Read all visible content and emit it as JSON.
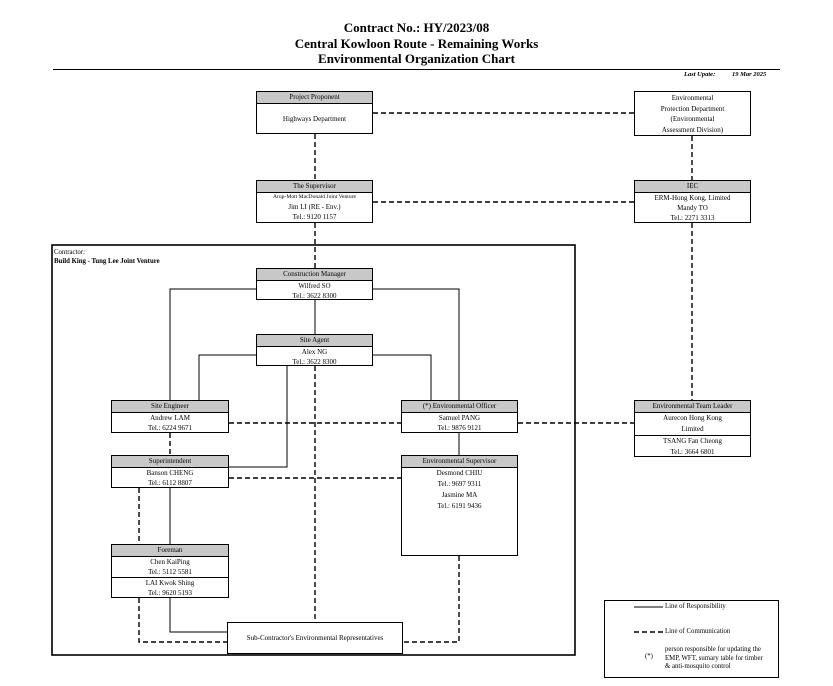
{
  "header": {
    "line1": "Contract No.: HY/2023/08",
    "line2": "Central Kowloon Route - Remaining Works",
    "line3": "Environmental Organization Chart",
    "update_label": "Last Upate:",
    "update_value": "19 Mar 2025"
  },
  "contractor": {
    "label": "Contractor:",
    "name": "Build King - Tung Lee Joint Venture"
  },
  "boxes": {
    "proponent": {
      "title": "Project Proponent",
      "line1": "Highways Department"
    },
    "epd": {
      "line1": "Environmental",
      "line2": "Protection Department",
      "line3": "(Environmental",
      "line4": "Assessment Division)"
    },
    "supervisor": {
      "title": "The Supervisor",
      "line1": "Arup-Mott MacDonald Joint Venture",
      "line2": "Jim LI (RE - Env.)",
      "line3": "Tel.: 9120 1157"
    },
    "iec": {
      "title": "IEC",
      "line1": "ERM-Hong Kong, Limited",
      "line2": "Mandy TO",
      "line3": "Tel.: 2271 3313"
    },
    "construction_manager": {
      "title": "Construction Manager",
      "line1": "Wilfred SO",
      "line2": "Tel.: 3622 8300"
    },
    "site_agent": {
      "title": "Site Agent",
      "line1": "Alex NG",
      "line2": "Tel.: 3622 8300"
    },
    "site_engineer": {
      "title": "Site Engineer",
      "line1": "Andrew LAM",
      "line2": "Tel.: 6224 9671"
    },
    "env_officer": {
      "title": "(*) Environmental Officer",
      "line1": "Samuel PANG",
      "line2": "Tel.: 9876 9121"
    },
    "env_team_leader": {
      "title": "Environmental Team Leader",
      "line1": "Aurecon Hong Kong",
      "line2": "Limited",
      "line3": "TSANG Fan Cheong",
      "line4": "Tel.: 3664 6801"
    },
    "superintendent": {
      "title": "Superintendent",
      "line1": "Banson CHENG",
      "line2": "Tel.: 6112 8807"
    },
    "env_supervisor": {
      "title": "Environmental Supervisor",
      "line1": "Desmond CHIU",
      "line2": "Tel.: 9697 9311",
      "line3": "Jasmine MA",
      "line4": "Tel.: 6191 9436"
    },
    "foreman": {
      "title": "Foreman",
      "line1": "Chen KaiPing",
      "line2": "Tel.: 5112 5581",
      "line3": "LAI Kwok Shing",
      "line4": "Tel.: 9620 5193"
    },
    "subcontractor": {
      "line1": "Sub-Contractor's Environmental Representatives"
    }
  },
  "legend": {
    "responsibility": "Line of Responsibility",
    "communication": "Line of Communication",
    "asterisk": "(*)",
    "note_line1": "person responsible for updating the",
    "note_line2": "EMP, WFT, sumary table for timber",
    "note_line3": "& anti-mosquito control"
  }
}
